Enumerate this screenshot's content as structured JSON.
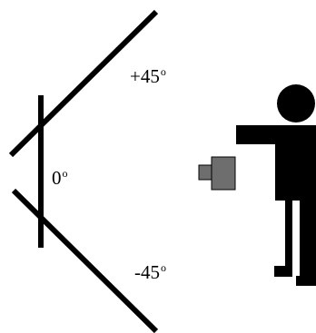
{
  "labels": {
    "plus45": {
      "value": "+45",
      "unit": "o"
    },
    "zero": {
      "value": "0",
      "unit": "o"
    },
    "minus45": {
      "value": "-45",
      "unit": "o"
    }
  },
  "colors": {
    "line": "#000000",
    "camera": "#6e6e6e",
    "background": "#ffffff"
  },
  "icons": [
    "person-icon",
    "camera-icon"
  ]
}
